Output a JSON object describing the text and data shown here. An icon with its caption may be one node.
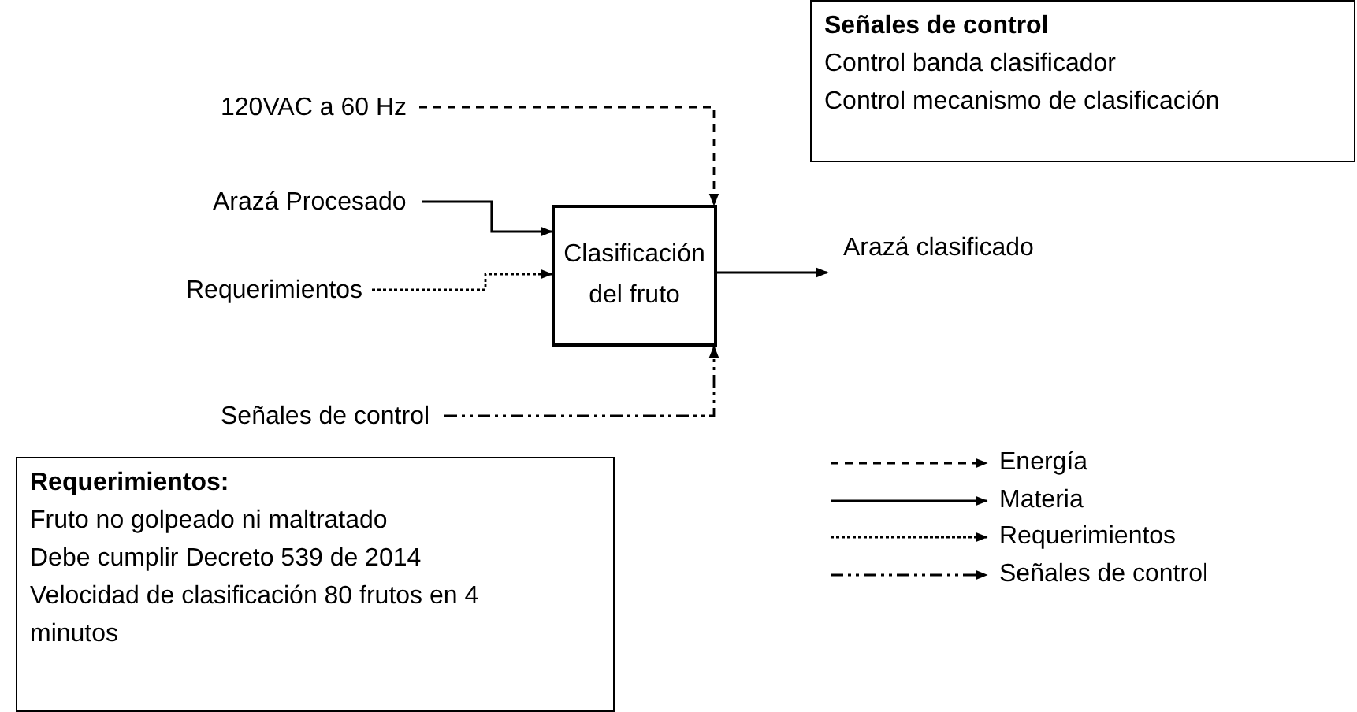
{
  "diagram": {
    "nodes": [
      {
        "text": [
          "120VAC a 60 Hz"
        ]
      },
      {
        "text": [
          "Arazá Procesado"
        ]
      },
      {
        "text": [
          "Requerimientos"
        ]
      },
      {
        "text": [
          "Señales de control"
        ]
      },
      {
        "text": [
          "Clasificación del fruto"
        ]
      },
      {
        "text": [
          "Arazá clasificado"
        ]
      },
      {
        "text": [
          "Señales de control",
          "Control banda clasificador",
          "Control mecanismo de clasificación"
        ]
      },
      {
        "text": [
          "Requerimientos:",
          "Fruto no golpeado ni maltratado",
          "Debe cumplir Decreto 539 de 2014",
          "Velocidad de clasificación 80 frutos en 4 minutos"
        ]
      }
    ],
    "edges": [
      {
        "from": 0,
        "to": 4,
        "arrow": "to",
        "style": "dashed"
      },
      {
        "from": 1,
        "to": 4,
        "arrow": "to"
      },
      {
        "from": 2,
        "to": 4,
        "arrow": "to",
        "style": "dashed"
      },
      {
        "from": 3,
        "to": 4,
        "arrow": "to",
        "style": "dashed"
      },
      {
        "from": 4,
        "to": 5,
        "arrow": "to"
      }
    ],
    "legend": [
      {
        "text": "Energía"
      },
      {
        "text": "Materia"
      },
      {
        "text": "Requerimientos"
      },
      {
        "text": "Señales de control"
      }
    ]
  }
}
